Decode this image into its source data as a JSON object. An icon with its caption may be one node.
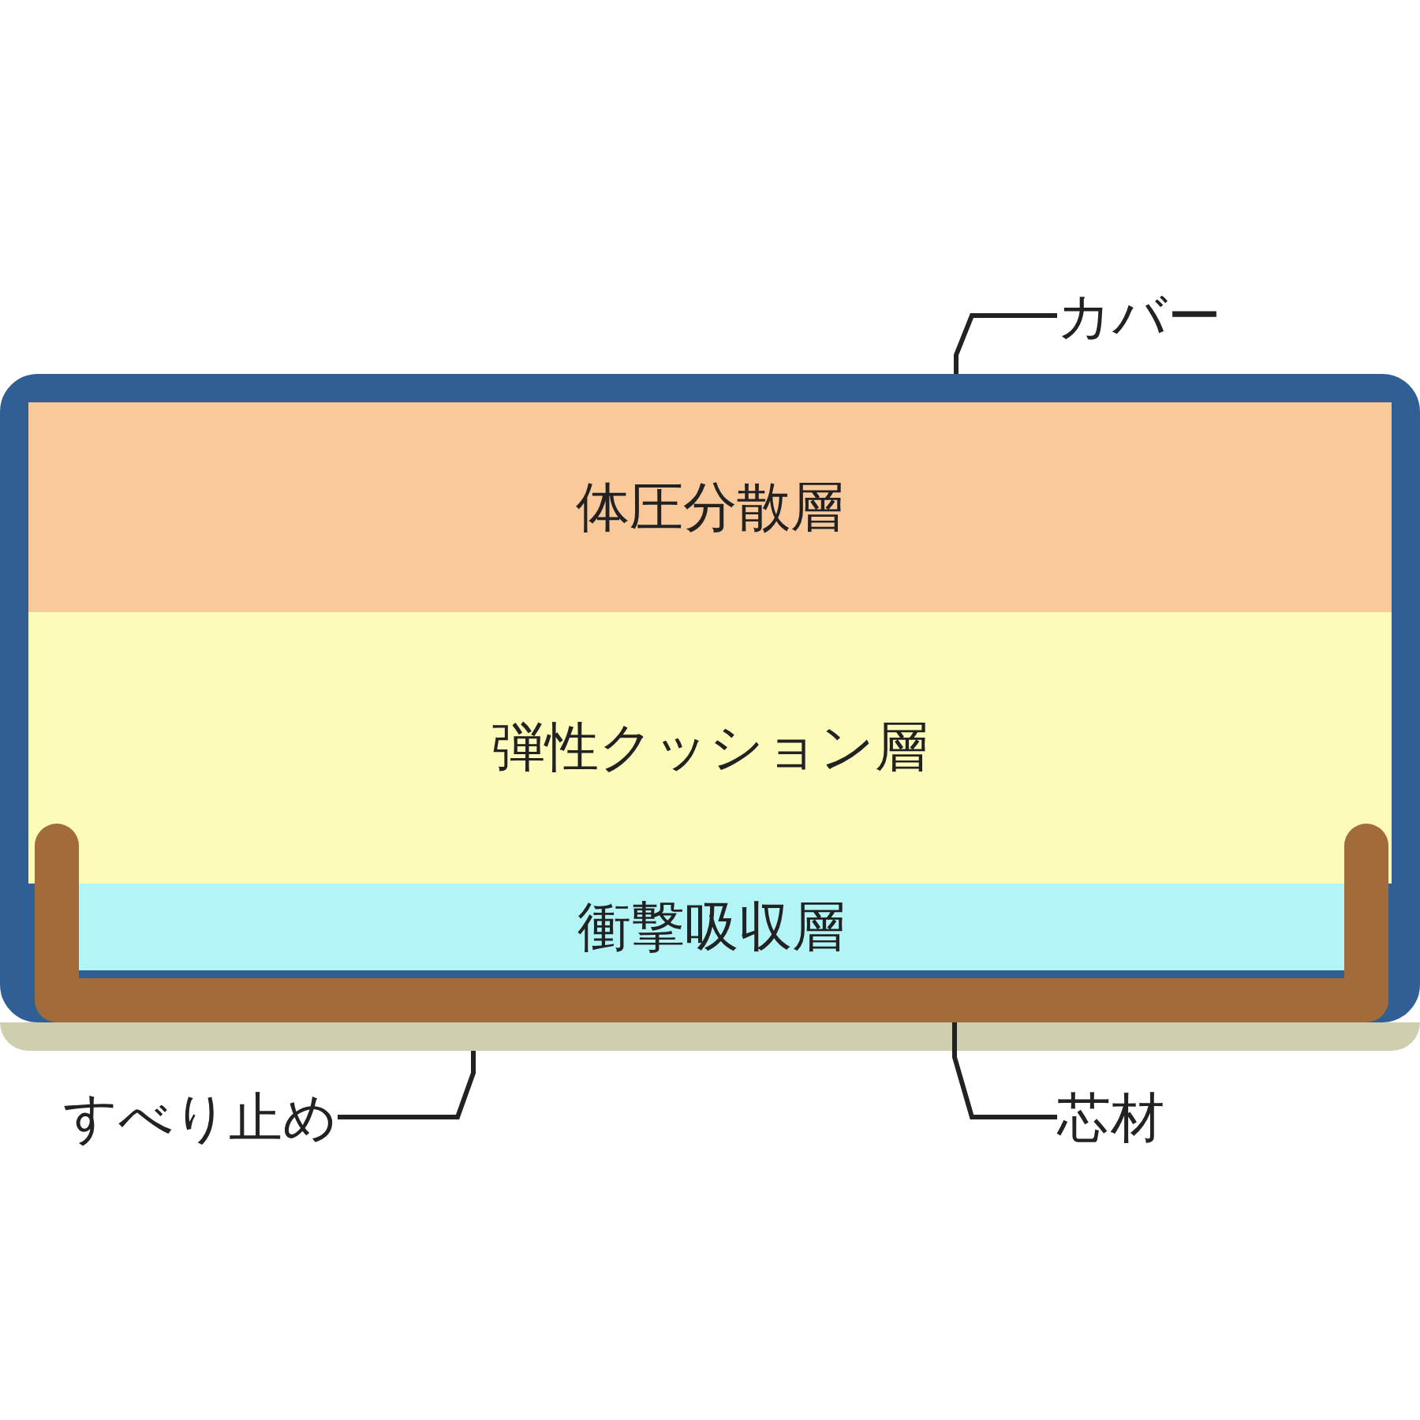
{
  "diagram": {
    "nodes": [
      {
        "text": [],
        "shape": "box"
      },
      {
        "text": [
          "体圧分散層"
        ],
        "in": 0
      },
      {
        "text": [
          "弾性クッション層"
        ],
        "in": 0
      },
      {
        "text": [],
        "shape": "bar",
        "in": 0
      },
      {
        "text": [
          "衝撃吸収層"
        ],
        "in": 3
      },
      {
        "text": [],
        "shape": "bar"
      },
      {
        "text": [
          "カバー"
        ]
      },
      {
        "text": [
          "すべり止め"
        ]
      },
      {
        "text": [
          "芯材"
        ]
      }
    ],
    "edges": [
      {
        "from": 6,
        "to": 0,
        "arrow": "none"
      },
      {
        "from": 7,
        "to": 5,
        "arrow": "none"
      },
      {
        "from": 8,
        "to": 3,
        "arrow": "none"
      }
    ]
  }
}
